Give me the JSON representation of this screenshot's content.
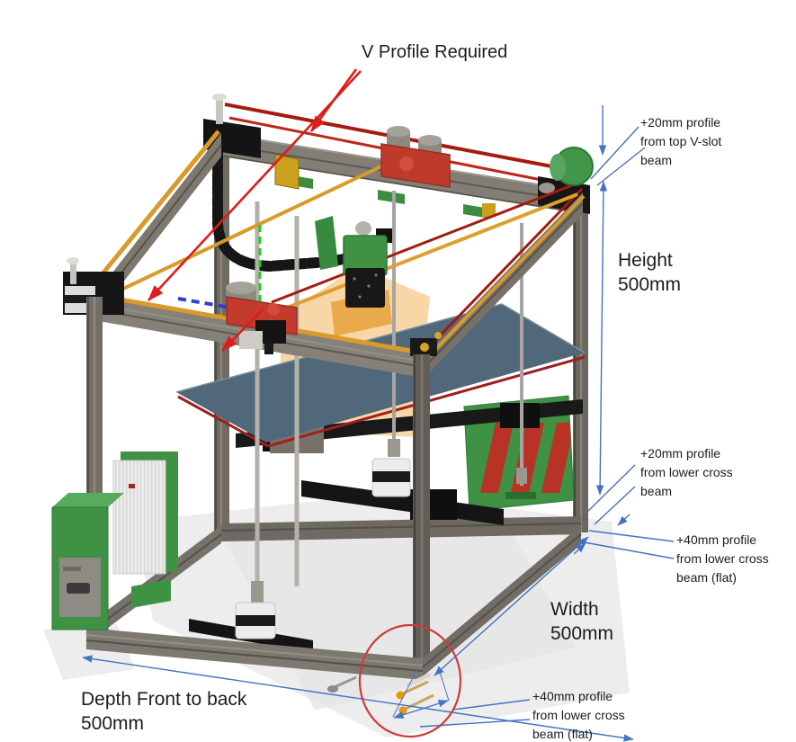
{
  "figure": {
    "kind": "annotated CAD render",
    "dimensions": {
      "height": "500mm",
      "width": "500mm",
      "depth_front_to_back": "500mm",
      "top_profile_offset": "+20mm",
      "lower_profile_offset": "+20mm",
      "lower_flat_profile_offset": "+40mm"
    }
  },
  "annotations": {
    "v_profile": {
      "text": "V Profile Required"
    },
    "offset_top": {
      "lines": [
        "+20mm profile",
        "from top V-slot",
        "beam"
      ]
    },
    "height": {
      "lines": [
        "Height",
        "500mm"
      ]
    },
    "offset_lower_20": {
      "lines": [
        "+20mm profile",
        "from lower cross",
        "beam"
      ]
    },
    "offset_lower_40_side": {
      "lines": [
        "+40mm profile",
        "from lower cross",
        "beam (flat)"
      ]
    },
    "width": {
      "lines": [
        "Width",
        "500mm"
      ]
    },
    "depth": {
      "lines": [
        "Depth Front to back",
        "500mm"
      ]
    },
    "offset_lower_40_bottom": {
      "lines": [
        "+40mm profile",
        "from lower cross",
        "beam (flat)"
      ]
    }
  },
  "colors": {
    "annotation_line_blue": "#4472c4",
    "callout_red": "#e01b1b",
    "highlight_circle_red": "#d03a3a",
    "text": "#1c1c1c",
    "frame_gray": "#7c786f",
    "machine_green": "#3f9144",
    "carriage_red": "#c0392b",
    "belt_orange": "#d89a2b",
    "belt_dark_red": "#a61b10",
    "bed_slate": "#51687a",
    "hazard_stripe_red": "#b83226"
  }
}
